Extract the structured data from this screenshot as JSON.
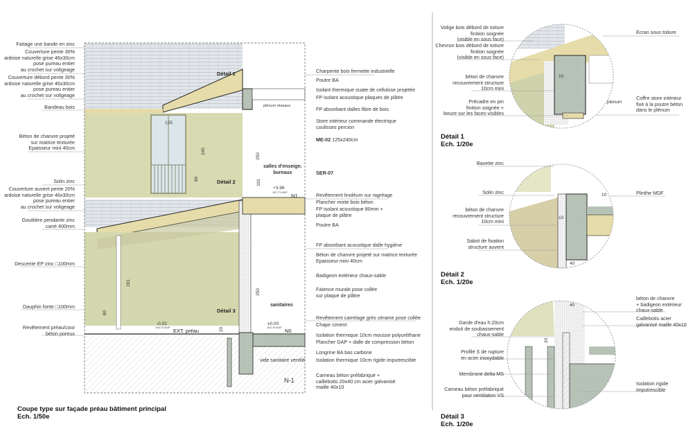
{
  "main_section": {
    "title": "Coupe type sur façade préau bâtiment principal",
    "scale": "Ech. 1/50e",
    "left_labels": [
      "Faitage une bande en zinc",
      "Couverture pente 30%\nardoise naturelle grise 46x30cm\npose pureau entier\nau crochet sur voligeage",
      "Couverture débord pente 30%\nardoise naturelle grise 46x30cm\npose pureau entier\nau crochet sur voligeage",
      "Bandeau bois",
      "Béton de chanvre projeté\nsur matrice texturée\nEpaisseur mini 40cm",
      "Solin zinc",
      "Couverture auvent pente 20%\nardoise naturelle grise 46x30cm\npose pureau entier\nau crochet sur voligeage",
      "Gouttière pendante zinc\ncarré 400mm",
      "Descente EP zinc □100mm",
      "Dauphin fonte □100mm",
      "Revêtement préau/cour\nbéton poreux"
    ],
    "right_labels": [
      "Charpente bois fermette industrielle",
      "Poutre BA",
      "Isolant thermique ouate de cellulose projetée",
      "FP isolant acoustique plaques de plâtre",
      "FP absorbant dalles fibre de bois",
      "Store intérieur commande électrique\ncoulisses percion",
      "125x240cm",
      "SER-07",
      "Revêtement linoléum sur ragréage",
      "Plancher mixte bois béton",
      "FP isolant acoustique 80mm +\nplaque de plâtre",
      "Poutre BA",
      "FP absorbant acoustique dalle hygiène",
      "Béton de chanvre projeté sur matrice texturée\nEpaisseur mini 40cm",
      "Badigeon extérieur chaux-sable",
      "Faïence murale pose collée\nsur plaque de plâtre",
      "Revêtement carrelage grès cérame pose collée",
      "Chape ciment",
      "Isolation thermique 10cm mousse polyuréthane",
      "Plancher DAP + dalle de compression béton",
      "Longrine BA bas carbone",
      "Isolation thermique 10cm rigide imputrescible",
      "Carneau béton préfabriqué +\ncaillebotis 20x40 cm acier galvanisé\nmaille 40x10"
    ],
    "window_ref": "ME-02",
    "rooms": {
      "plenum": "plénum réseaux",
      "classrooms": "salles d'enseign.\nbureaux",
      "sanitaires": "sanitaires",
      "vide_sanitaire": "vide sanitaire ventilé",
      "basement": "N-1"
    },
    "detail_tags": [
      "Détail 1",
      "Détail 2",
      "Détail 3"
    ],
    "dimensions": [
      "125",
      "240",
      "89",
      "250",
      "101",
      "250",
      "291",
      "80",
      "20"
    ],
    "levels": {
      "n1_value": "+3.96",
      "n1_ngf": "157.71 NGF",
      "n1_name": "N1",
      "n0_value": "±0.00",
      "n0_ngf": "153.75 NGF",
      "n0_name": "N0",
      "ext_value": "-0.02",
      "ext_ngf": "153.73 NGF",
      "ext_name": "EXT. préau"
    }
  },
  "details": [
    {
      "title": "Détail 1",
      "scale": "Ech. 1/20e",
      "left_labels": [
        "Volige bois débord de toiture\nfinition soignée\n(visible en sous face)",
        "Chevron bois débord de toiture\nfinition soignée\n(visible en sous face)",
        "béton de chanvre\nrecouvrement structure\n10cm mini",
        "Précadre en pin\nfinition soignée +\nlasure sur les faces visibles"
      ],
      "right_labels": [
        "Ecran sous toiture",
        "Coffre store intérieur\nfixé à la poutre béton\ndans le plénum"
      ],
      "inner": [
        "10",
        "plénum"
      ]
    },
    {
      "title": "Détail 2",
      "scale": "Ech. 1/20e",
      "left_labels": [
        "Bavette zinc",
        "Solin zinc",
        "béton de chanvre\nrecouvrement structure\n10cm mini",
        "Sabot de fixation\nstructure auvent"
      ],
      "right_labels": [
        "Plinthe MDF"
      ],
      "inner": [
        "10",
        "10",
        "40"
      ]
    },
    {
      "title": "Détail 3",
      "scale": "Ech. 1/20e",
      "left_labels": [
        "Garde d'eau h:20cm\nenduit de soubassement\nchaux-sable",
        "Profilé S de rupture\nen acier inoxydable",
        "Membrane delta MS",
        "Carneau béton préfabriqué\npour ventilation VS"
      ],
      "right_labels": [
        "béton de chanvre\n+ badigeon extérieur\nchaux-sable",
        "Caillebotis acier\ngalvanisé maille 40x10",
        "Isolation rigide\nimputrescible"
      ],
      "inner": [
        "40",
        "20"
      ]
    }
  ],
  "colors": {
    "hemp": "#d9dcb4",
    "wood": "#e6dcaa",
    "slate": "#dde0e6",
    "concrete": "#b8c2b8"
  }
}
